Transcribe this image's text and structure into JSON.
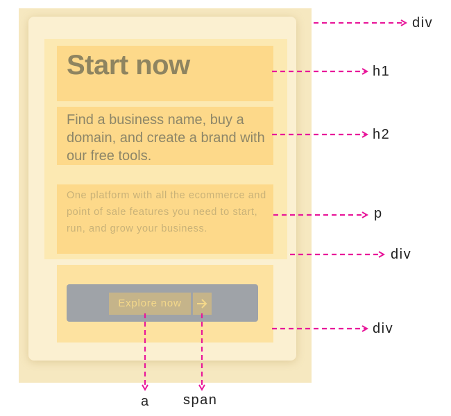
{
  "card": {
    "h1": "Start now",
    "h2": "Find a business name, buy a domain, and create a brand with our free tools.",
    "p": "One platform with all the ecommerce and point of sale features you need to start, run, and grow your business.",
    "button_link": "Explore now"
  },
  "labels": {
    "outer_div": "div",
    "h1": "h1",
    "h2": "h2",
    "p": "p",
    "content_div": "div",
    "button_div": "div",
    "a": "a",
    "span": "span"
  },
  "colors": {
    "arrow": "#e8179a",
    "highlight": "#fdd98a"
  },
  "icons": {
    "button_arrow": "arrow-right-icon"
  }
}
